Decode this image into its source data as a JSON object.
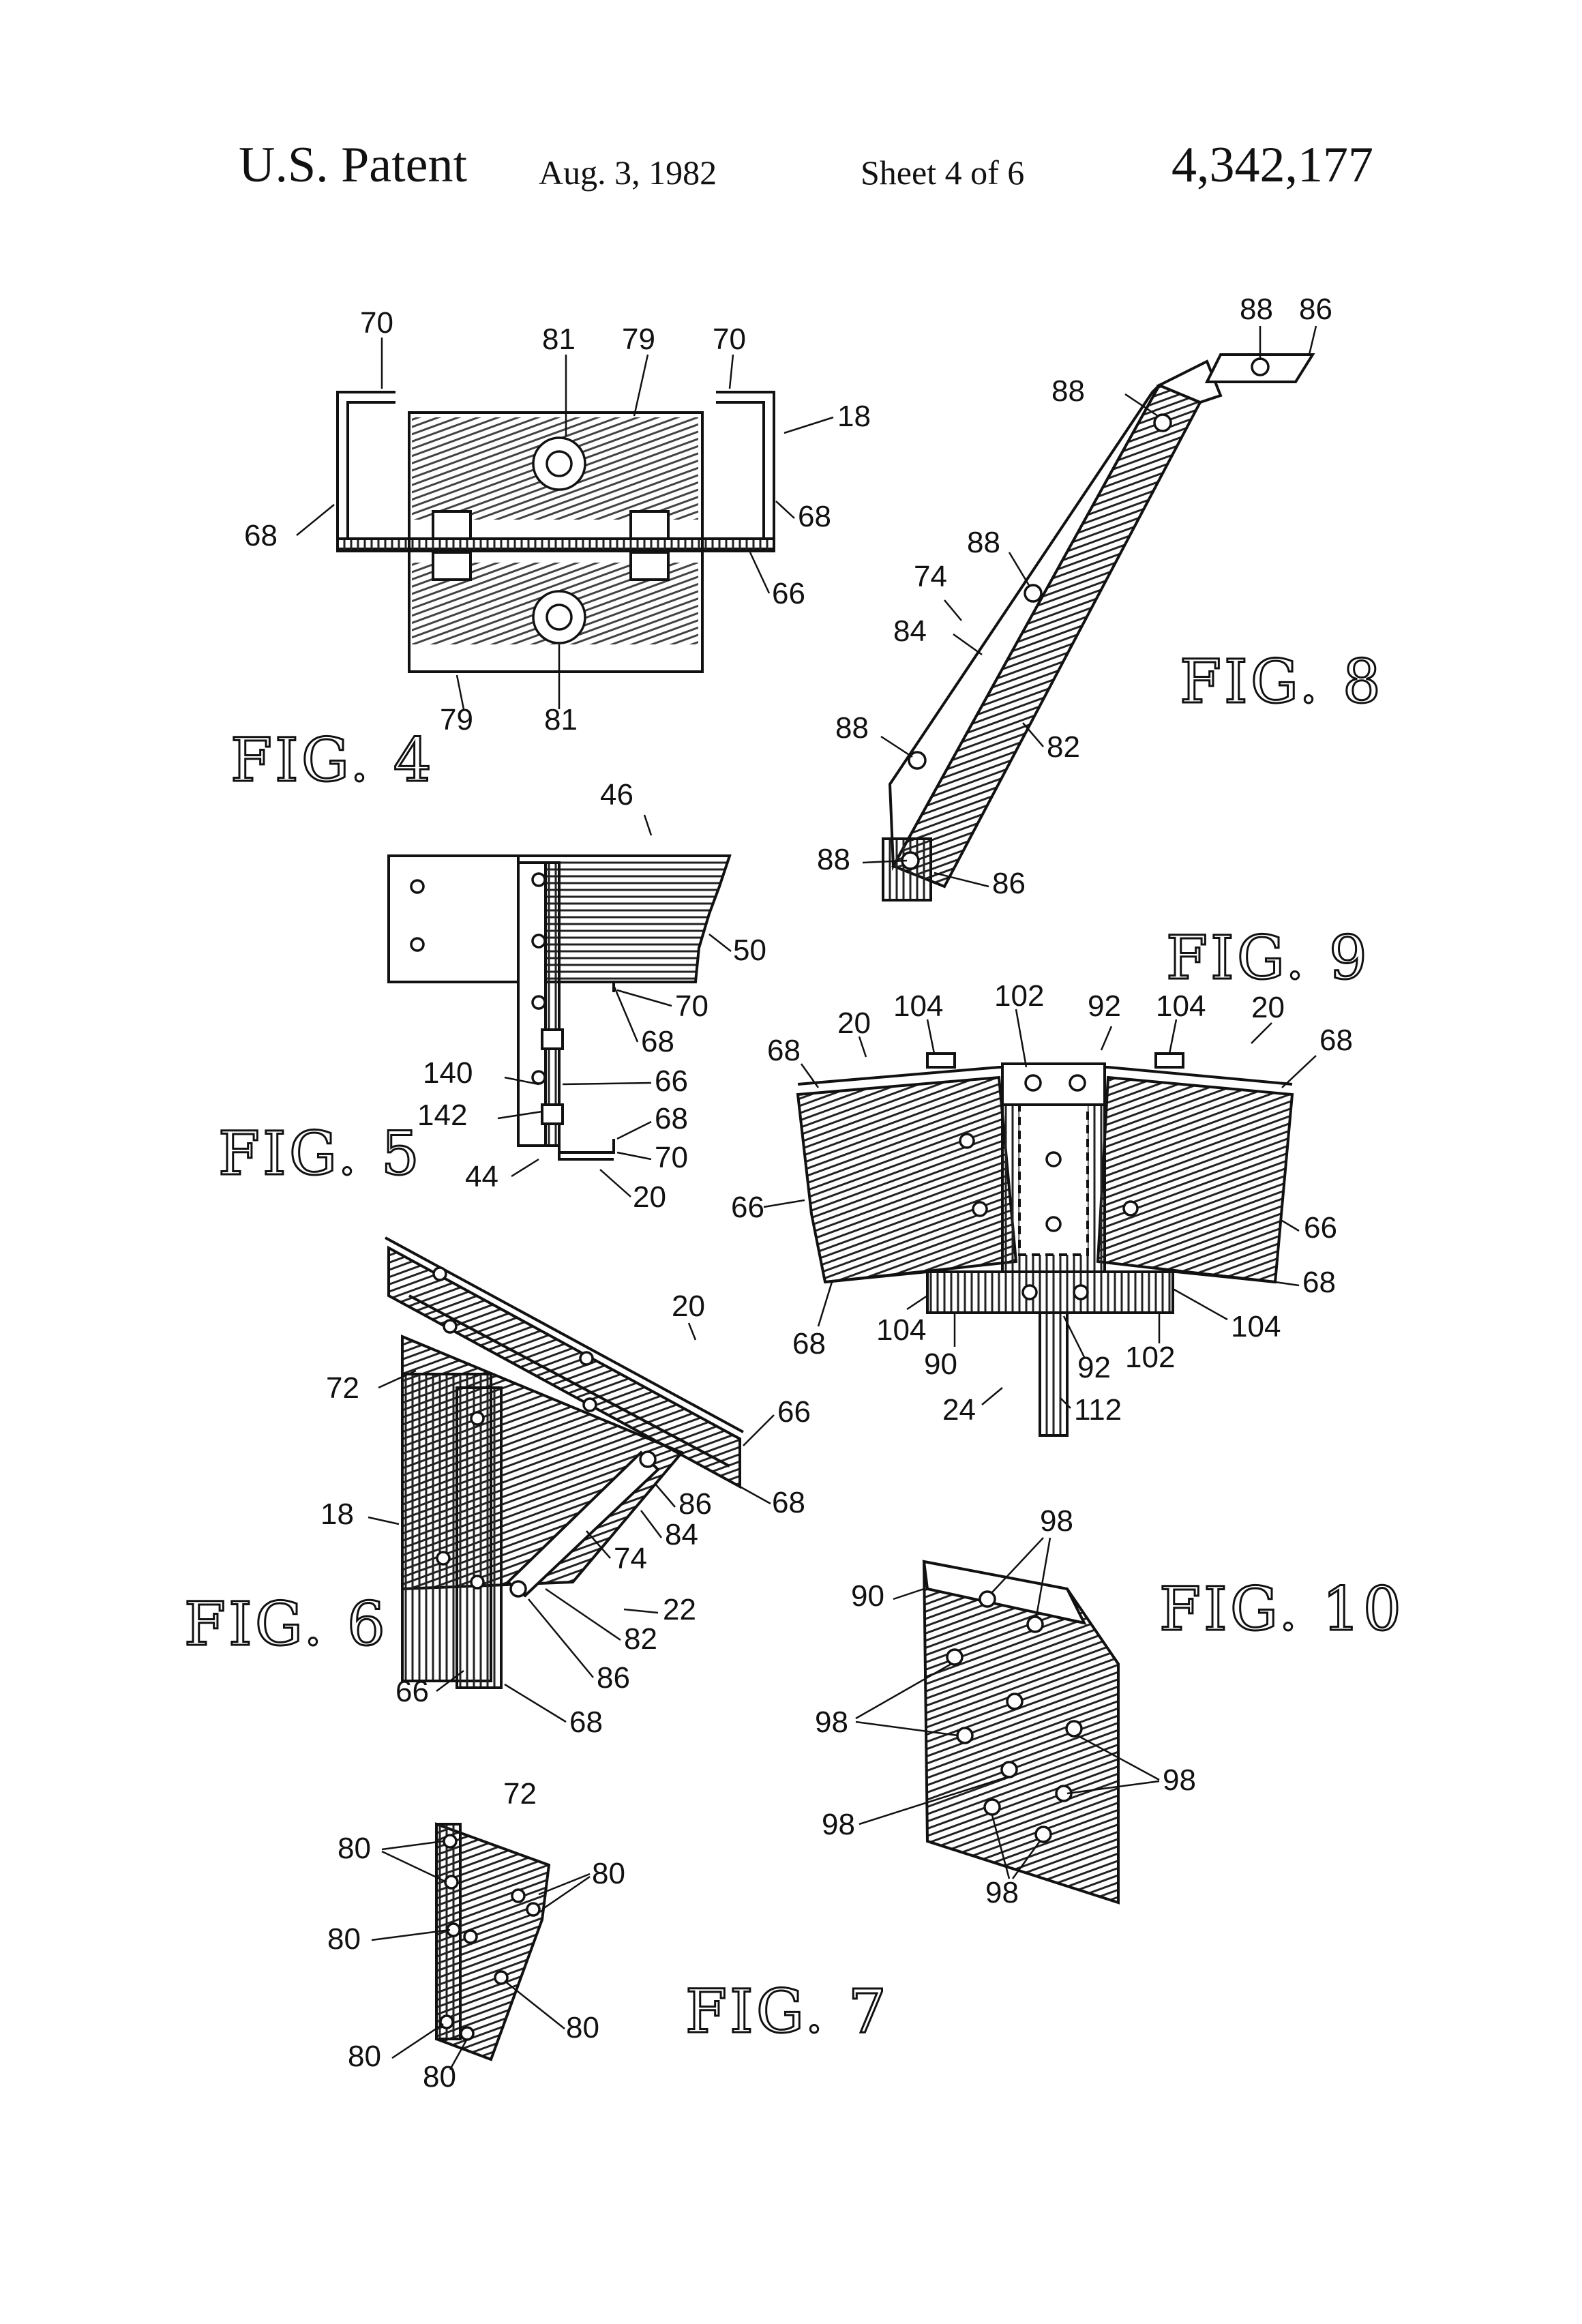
{
  "header": {
    "patent_label": "U.S. Patent",
    "date": "Aug. 3, 1982",
    "sheet": "Sheet 4 of 6",
    "patent_number": "4,342,177"
  },
  "figures": {
    "fig4": {
      "title": "FIG. 4",
      "refs": [
        "70",
        "81",
        "79",
        "70",
        "18",
        "68",
        "68",
        "66",
        "79",
        "81"
      ]
    },
    "fig5": {
      "title": "FIG. 5",
      "refs": [
        "46",
        "50",
        "70",
        "68",
        "140",
        "66",
        "142",
        "68",
        "70",
        "44",
        "20"
      ]
    },
    "fig6": {
      "title": "FIG. 6",
      "refs": [
        "20",
        "72",
        "66",
        "86",
        "68",
        "18",
        "84",
        "74",
        "22",
        "82",
        "86",
        "66",
        "68"
      ]
    },
    "fig7": {
      "title": "FIG. 7",
      "refs": [
        "72",
        "80",
        "80",
        "80",
        "80",
        "80",
        "80"
      ]
    },
    "fig8": {
      "title": "FIG. 8",
      "refs": [
        "88",
        "86",
        "88",
        "88",
        "74",
        "84",
        "88",
        "82",
        "88",
        "86"
      ]
    },
    "fig9": {
      "title": "FIG. 9",
      "refs": [
        "104",
        "102",
        "92",
        "104",
        "20",
        "20",
        "68",
        "68",
        "66",
        "66",
        "68",
        "68",
        "104",
        "90",
        "92",
        "102",
        "104",
        "24",
        "112"
      ]
    },
    "fig10": {
      "title": "FIG. 10",
      "refs": [
        "98",
        "90",
        "98",
        "98",
        "98",
        "98"
      ]
    }
  }
}
